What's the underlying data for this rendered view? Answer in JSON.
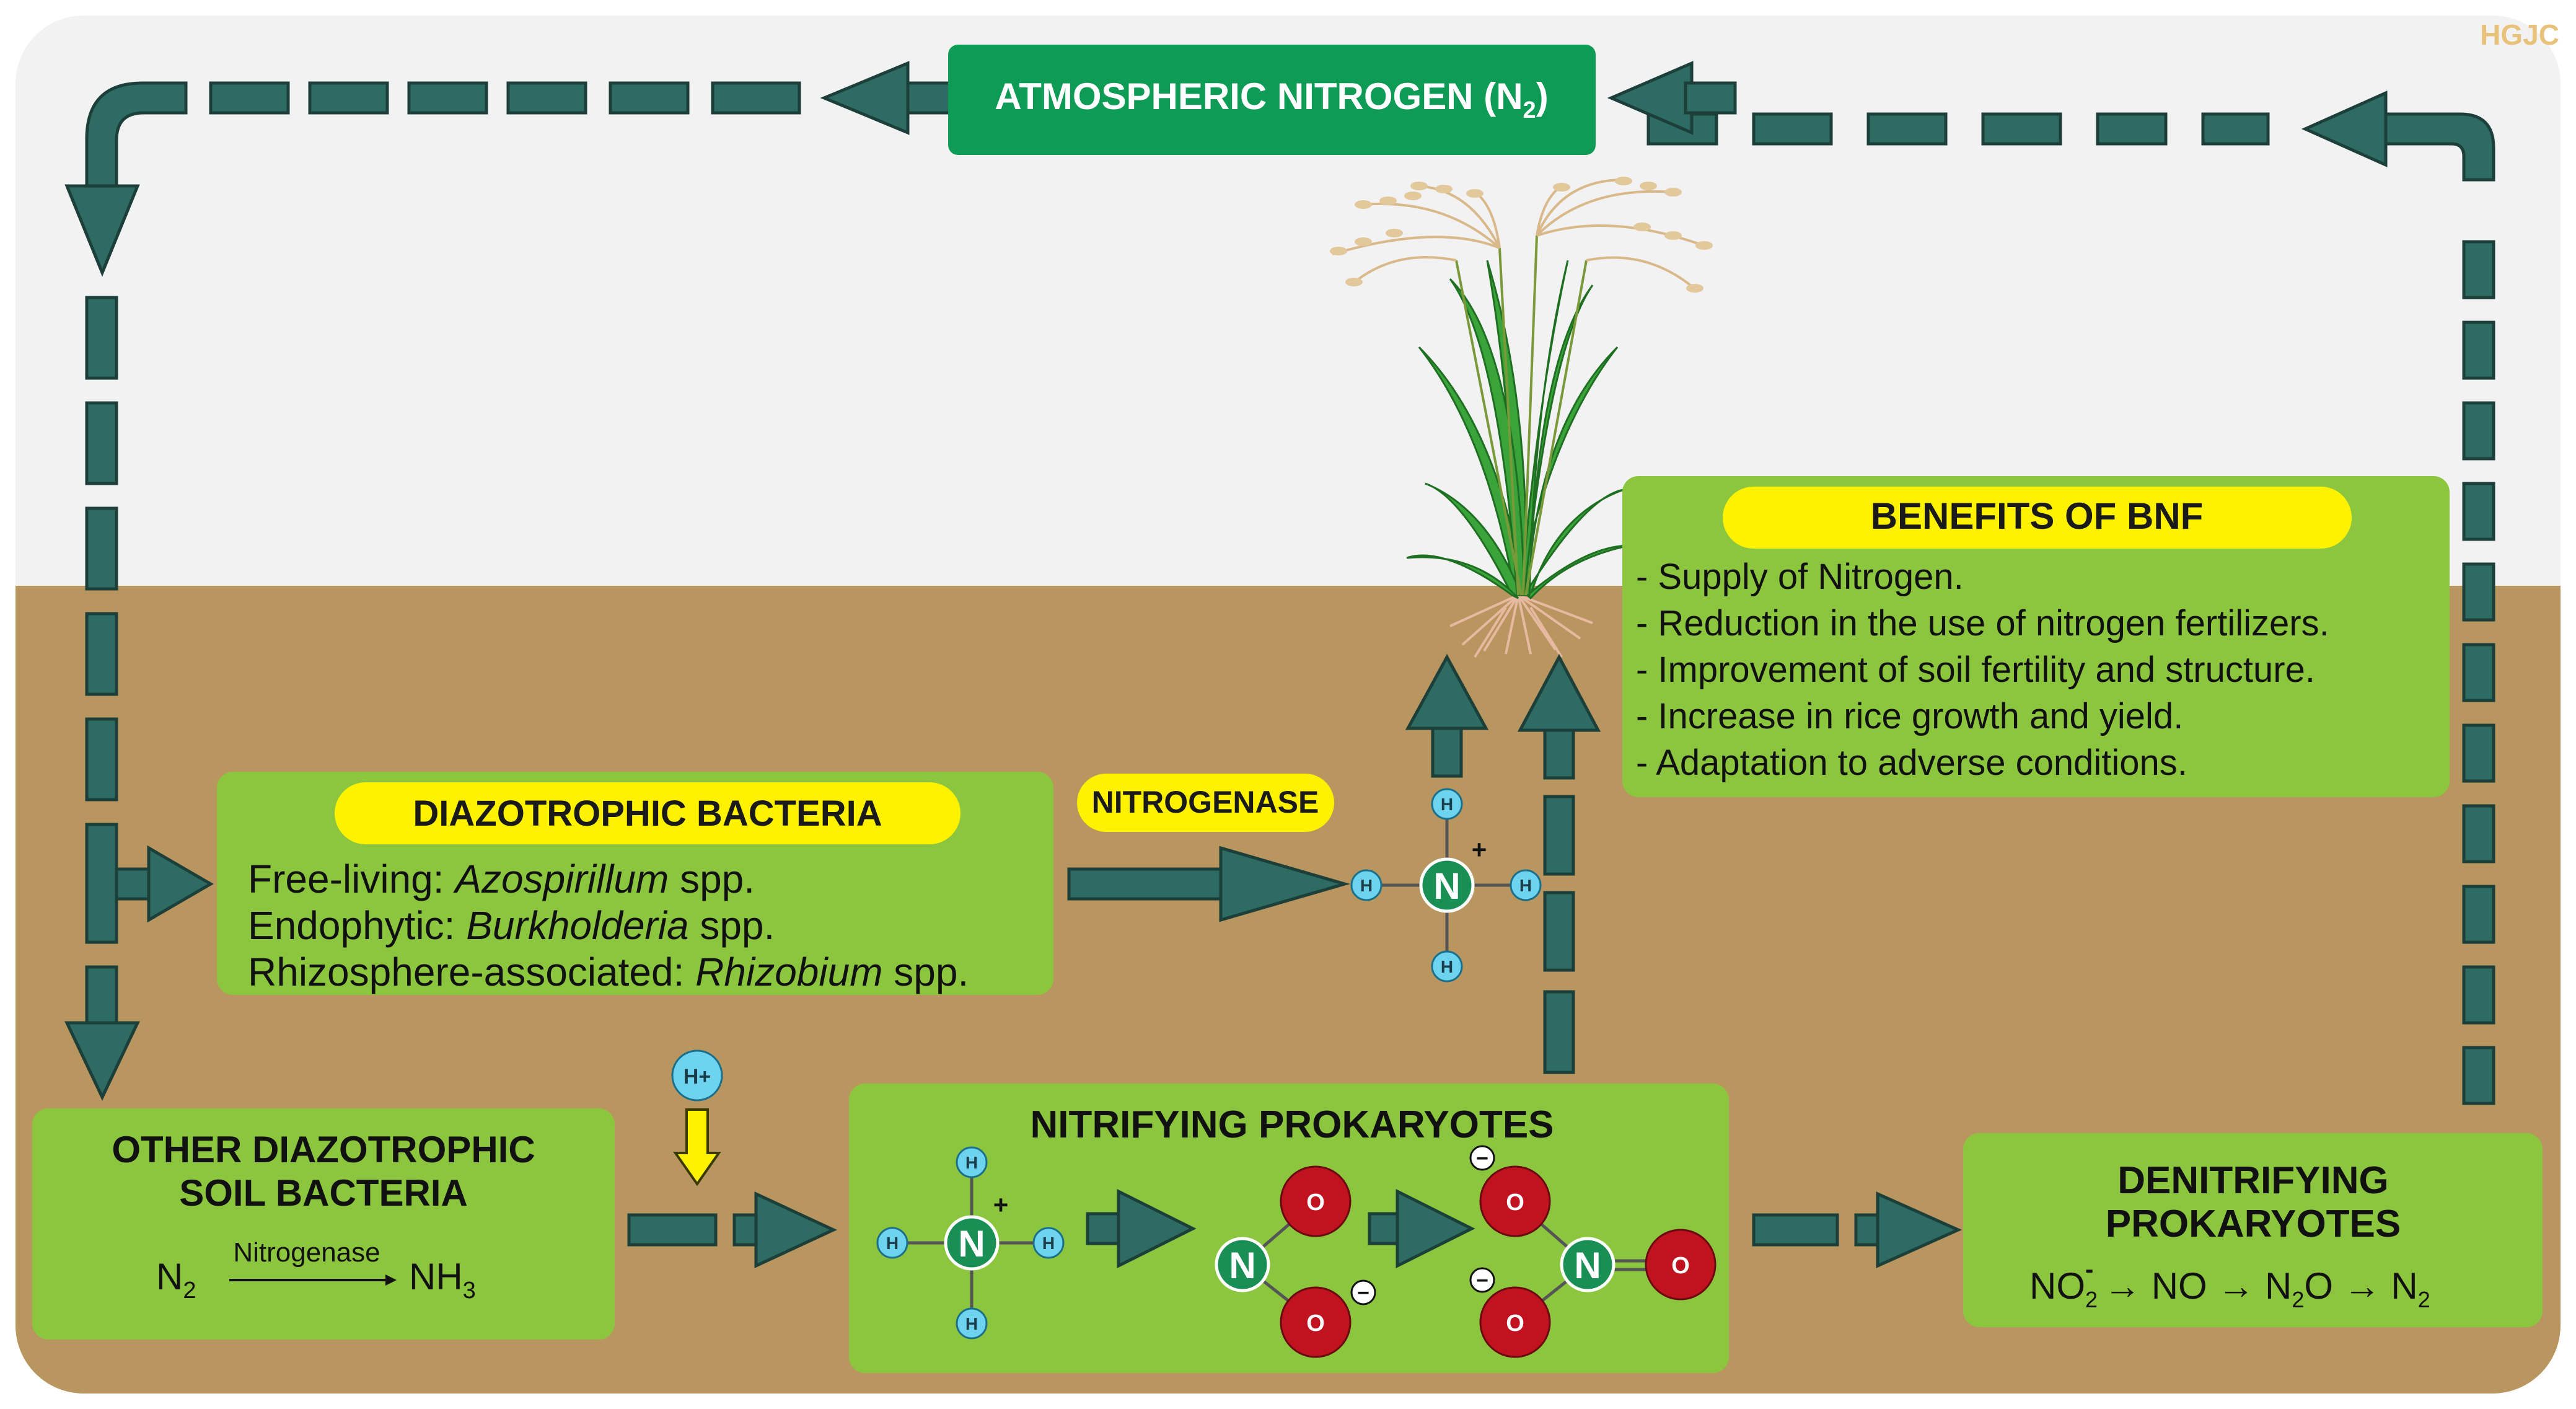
{
  "colors": {
    "sky": "#f2f2f2",
    "soil": "#b99560",
    "box_green": "#8cc63f",
    "header_green": "#0e9b56",
    "arrow_teal": "#2e6b63",
    "arrow_outline": "#1c3f3a",
    "label_yellow": "#fff200",
    "molecule_green": "#1a8f55",
    "oxygen_red": "#c1121f",
    "hydrogen_blue": "#6ed3ee"
  },
  "watermark": "HGJC",
  "atmosphere": {
    "label": "ATMOSPHERIC NITROGEN (N",
    "subscript": "2",
    "close": ")"
  },
  "benefits": {
    "title": "BENEFITS OF BNF",
    "items": [
      "- Supply of Nitrogen.",
      "- Reduction in the use of nitrogen fertilizers.",
      "- Improvement of soil fertility and structure.",
      "- Increase in rice growth and yield.",
      "- Adaptation to adverse conditions."
    ]
  },
  "diazotrophic": {
    "title": "DIAZOTROPHIC BACTERIA",
    "lines": [
      {
        "prefix": "Free-living: ",
        "genus": "Azospirillum",
        "suffix": " spp."
      },
      {
        "prefix": "Endophytic: ",
        "genus": "Burkholderia",
        "suffix": " spp."
      },
      {
        "prefix": "Rhizosphere-associated: ",
        "genus": "Rhizobium",
        "suffix": " spp."
      }
    ]
  },
  "nitrogenase_label": "NITROGENASE",
  "ammonium": {
    "center": "N",
    "charge": "+",
    "h": "H"
  },
  "other_diazotrophic": {
    "title_line1": "OTHER DIAZOTROPHIC",
    "title_line2": "SOIL BACTERIA",
    "reactant": "N",
    "reactant_sub": "2",
    "enzyme": "Nitrogenase",
    "product": "NH",
    "product_sub": "3"
  },
  "proton": "H+",
  "nitrifying": {
    "title": "NITRIFYING PROKARYOTES",
    "n": "N",
    "o": "O",
    "h": "H",
    "plus": "+",
    "minus": "−"
  },
  "denitrifying": {
    "title_line1": "DENITRIFYING",
    "title_line2": "PROKARYOTES",
    "chain": [
      "NO",
      "2",
      "-",
      " → NO → N",
      "2",
      "O → N",
      "2"
    ]
  }
}
